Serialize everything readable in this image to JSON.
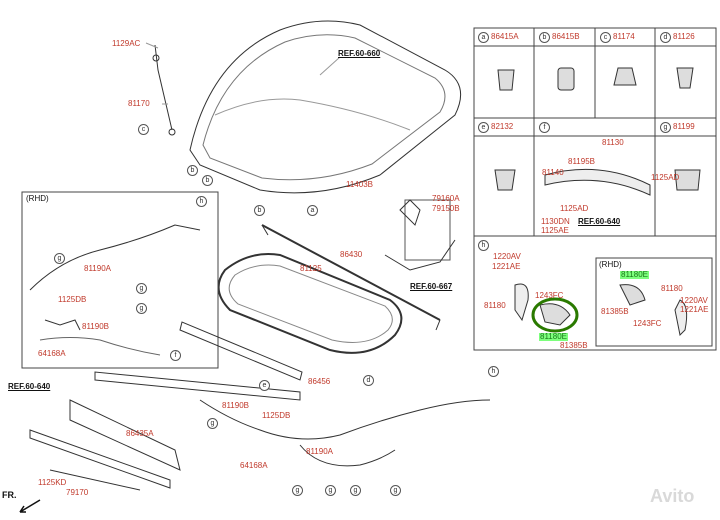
{
  "refs": {
    "hood": "REF.60-660",
    "latch": "REF.60-667",
    "bumper": "REF.60-640",
    "cable": "REF.60-640"
  },
  "labels": {
    "p1129AC": "1129AC",
    "p81170": "81170",
    "p11403B": "11403B",
    "p79160A": "79160A",
    "p79150B": "79150B",
    "p86430": "86430",
    "p81125": "81125",
    "p81190A_rhd": "81190A",
    "p1125DB_rhd": "1125DB",
    "p81190B_rhd": "81190B",
    "p64168A_rhd": "64168A",
    "p86456": "86456",
    "p86435A": "86435A",
    "p81190B": "81190B",
    "p1125DB": "1125DB",
    "p64168A": "64168A",
    "p81190A": "81190A",
    "p1125KD": "1125KD",
    "p79170": "79170"
  },
  "rhd_left": "(RHD)",
  "rhd_right": "(RHD)",
  "cells": {
    "a": "86415A",
    "b": "86415B",
    "c": "81174",
    "d": "81126",
    "e": "82132",
    "g": "81199"
  },
  "cell_f": {
    "p81130": "81130",
    "p81195B": "81195B",
    "p81140": "81140",
    "p1125AD_a": "1125AD",
    "p1125AD_b": "1125AD",
    "p1130DN": "1130DN",
    "p1125AE": "1125AE",
    "ref": "REF.60-640"
  },
  "cell_h": {
    "p1220AV": "1220AV",
    "p1221AE": "1221AE",
    "p1243FC": "1243FC",
    "p81180": "81180",
    "p81180E": "81180E",
    "p81385B": "81385B",
    "r81180E": "81180E",
    "r81180": "81180",
    "r1220AV": "1220AV",
    "r1221AE": "1221AE",
    "r81385B": "81385B",
    "r1243FC": "1243FC"
  },
  "front": "FR.",
  "watermark": "Avito"
}
